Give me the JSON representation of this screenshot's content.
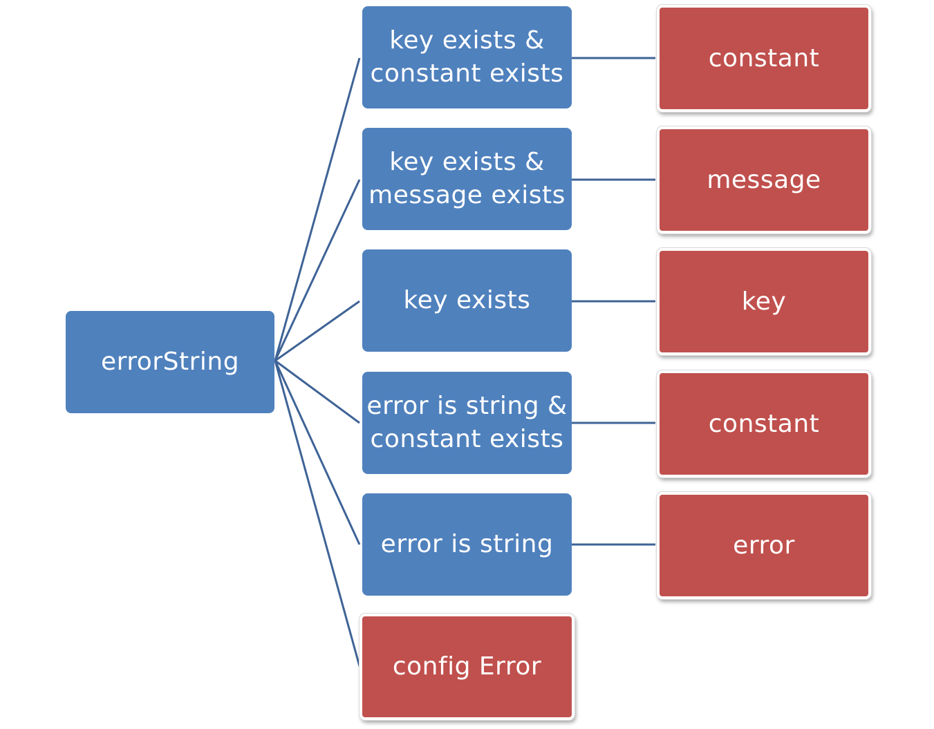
{
  "root": {
    "label": "errorString"
  },
  "conditions": [
    {
      "label": "key exists &\nconstant exists",
      "result": "constant"
    },
    {
      "label": "key exists &\nmessage exists",
      "result": "message"
    },
    {
      "label": "key exists",
      "result": "key"
    },
    {
      "label": "error is string &\nconstant exists",
      "result": "constant"
    },
    {
      "label": "error is string",
      "result": "error"
    }
  ],
  "fallback": {
    "label": "config Error"
  },
  "colors": {
    "condition": "#4f81bd",
    "result": "#c0504d",
    "connector": "#3e6396"
  }
}
